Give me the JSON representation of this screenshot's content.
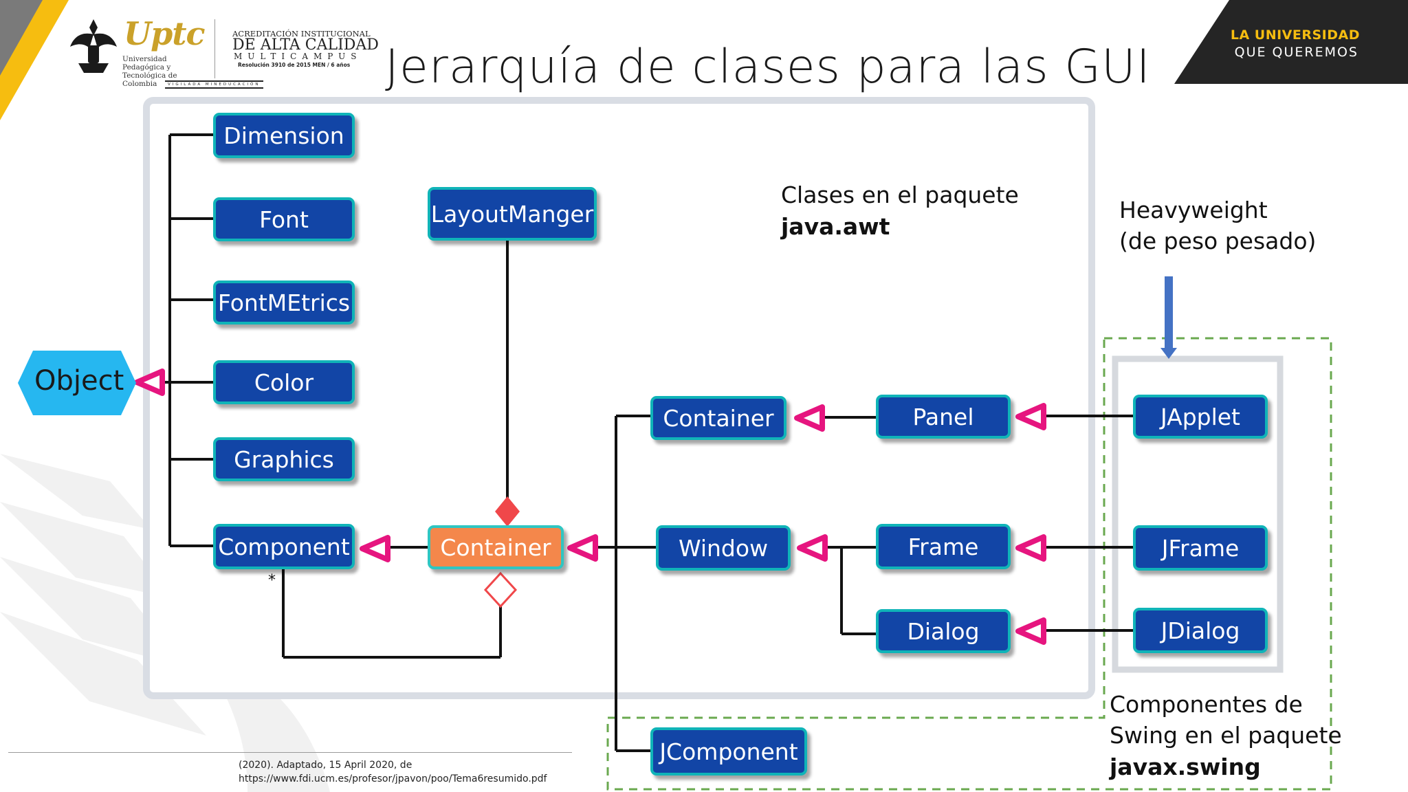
{
  "header": {
    "title": "Jerarquía de clases para las GUI",
    "logo": {
      "name": "Uptc",
      "subtitle": "Universidad Pedagógica y Tecnológica de Colombia",
      "accreditation_l1": "ACREDITACIÓN INSTITUCIONAL",
      "accreditation_l2": "DE ALTA CALIDAD",
      "accreditation_l3": "MULTICAMPUS",
      "accreditation_l4": "Resolución 3910 de 2015 MEN / 6 años",
      "accreditation_l5": "VIGILADA MINEDUCACIÓN"
    },
    "brand_line1": "LA UNIVERSIDAD",
    "brand_line2": "QUE QUEREMOS",
    "colors": {
      "brand_yellow": "#f6bd10",
      "brand_dark": "#222222"
    }
  },
  "diagram": {
    "root": "Object",
    "nodes": {
      "dimension": "Dimension",
      "font": "Font",
      "fontmetrics": "FontMEtrics",
      "color": "Color",
      "graphics": "Graphics",
      "component": "Component",
      "container_orange": "Container",
      "layoutmanager": "LayoutManger",
      "container": "Container",
      "window": "Window",
      "panel": "Panel",
      "frame": "Frame",
      "dialog": "Dialog",
      "japplet": "JApplet",
      "jframe": "JFrame",
      "jdialog": "JDialog",
      "jcomponent": "JComponent"
    },
    "multiplicity": "*",
    "colors": {
      "node_fill": "#1245a6",
      "node_border": "#10b4b8",
      "highlight_fill": "#f4874b",
      "arrow": "#e6157f",
      "diamond_filled": "#f0474a",
      "swing_dash": "#6aa84f",
      "heavyweight_arrow": "#4472c4"
    }
  },
  "labels": {
    "awt_line1": "Clases en el paquete",
    "awt_line2": "java.awt",
    "heavy_line1": "Heavyweight",
    "heavy_line2": "(de peso pesado)",
    "swing_line1": "Componentes de",
    "swing_line2": "Swing en el paquete",
    "swing_line3": "javax.swing"
  },
  "reference": {
    "line1": "(2020). Adaptado, 15 April 2020, de",
    "line2": "https://www.fdi.ucm.es/profesor/jpavon/poo/Tema6resumido.pdf"
  }
}
